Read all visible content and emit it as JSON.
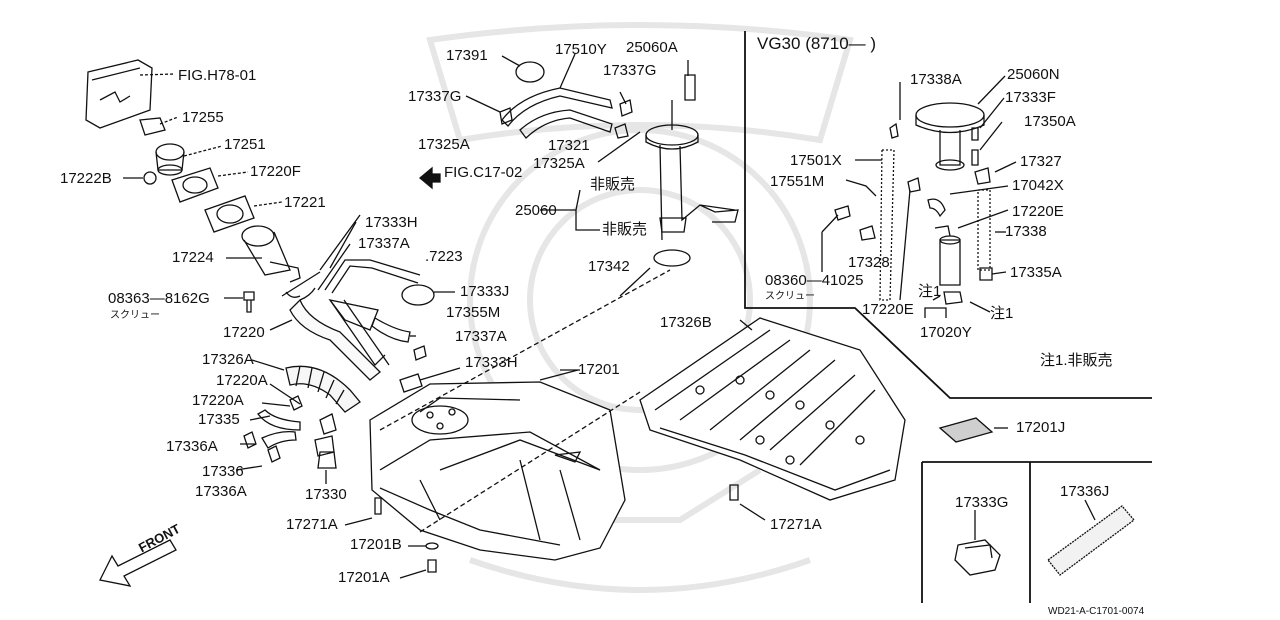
{
  "title": "VG30 (8710—  )",
  "drawing_code": "WD21-A-C1701-0074",
  "front_label": "FRONT",
  "note": "注1.非販売",
  "parts": {
    "fig_h78": "FIG.H78-01",
    "p17255": "17255",
    "p17251": "17251",
    "p17222b": "17222B",
    "p17220f": "17220F",
    "p17221": "17221",
    "p17224": "17224",
    "p08363": "08363—8162G",
    "screw1": "スクリュー",
    "p17220": "17220",
    "p17333h_1": "17333H",
    "p17337a_1": "17337A",
    "p17223": ".7223",
    "p17333j": "17333J",
    "p17355m": "17355M",
    "p17337a_2": "17337A",
    "p17326a": "17326A",
    "p17220a_1": "17220A",
    "p17220a_2": "17220A",
    "p17335": "17335",
    "p17336a_1": "17336A",
    "p17336": "17336",
    "p17336a_2": "17336A",
    "p17330": "17330",
    "p17333h_2": "17333H",
    "p17271a_1": "17271A",
    "p17201b": "17201B",
    "p17201a": "17201A",
    "p17201": "17201",
    "p17391": "17391",
    "p17510y": "17510Y",
    "p25060a": "25060A",
    "p17337g_1": "17337G",
    "p17337g_2": "17337G",
    "p17321": "17321",
    "p17325a_1": "17325A",
    "p17325a_2": "17325A",
    "fig_c17": "FIG.C17-02",
    "hihanbai_1": "非販売",
    "p25060": "25060",
    "hihanbai_2": "非販売",
    "p17342": "17342",
    "p17326b": "17326B",
    "p17271a_2": "17271A",
    "p17338a": "17338A",
    "p25060n": "25060N",
    "p17333f": "17333F",
    "p17350a": "17350A",
    "p17501x": "17501X",
    "p17551m": "17551M",
    "p17327": "17327",
    "p17042x": "17042X",
    "p17220e_1": "17220E",
    "p17338": "17338",
    "p17328": "17328",
    "p08360": "08360—41025",
    "screw2": "スクリュー",
    "p17335a": "17335A",
    "note1_a": "注1",
    "note1_b": "注1",
    "p17220e_2": "17220E",
    "p17020y": "17020Y",
    "p17201j": "17201J",
    "p17333g": "17333G",
    "p17336j": "17336J"
  }
}
